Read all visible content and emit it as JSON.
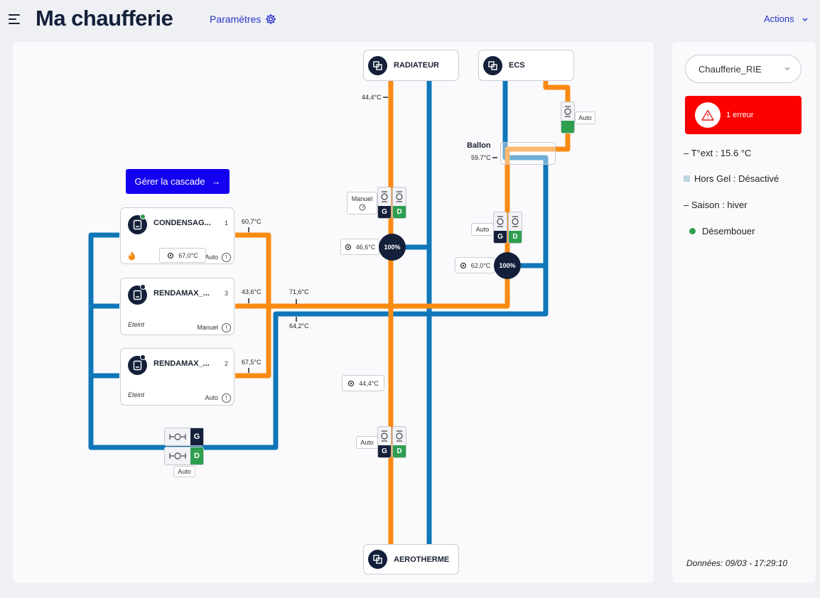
{
  "header": {
    "title": "Ma chaufferie",
    "params_label": "Paramètres",
    "actions_label": "Actions"
  },
  "cascade_button": {
    "label": "Gérer la cascade",
    "arrow": "→"
  },
  "circuits": {
    "radiateur": "RADIATEUR",
    "ecs": "ECS",
    "aerotherme": "AEROTHERME"
  },
  "boilers": [
    {
      "name": "CONDENSAG...",
      "number": "1",
      "state": "",
      "mode": "Auto",
      "setpoint": "67,0°C",
      "temp_out": "60,7°C",
      "status_color": "#2e9e4f",
      "flame": "flame-icon"
    },
    {
      "name": "RENDAMAX_...",
      "number": "3",
      "state": "Eteint",
      "mode": "Manuel",
      "temp_out": "43,6°C",
      "status_color": "#14203a"
    },
    {
      "name": "RENDAMAX_...",
      "number": "2",
      "state": "Eteint",
      "mode": "Auto",
      "temp_out": "67,5°C",
      "status_color": "#14203a"
    }
  ],
  "exclaim": "!",
  "readings": {
    "radiateur_return": "44,4°C",
    "ballon_label": "Ballon",
    "ballon_temp": "59.7°C",
    "ecs_pump_mode": "Auto",
    "radiateur_pump_mode": "Manuel",
    "radiateur_setpoint": "46,6°C",
    "radiateur_mixer": "100%",
    "ecs2_pump_mode": "Auto",
    "ecs_setpoint": "62,0°C",
    "ecs_mixer": "100%",
    "header_supply": "71,6°C",
    "header_return": "64,2°C",
    "aero_setpoint": "44,4°C",
    "aero_pump_mode": "Auto",
    "valve_mode": "Auto"
  },
  "pump_tags": {
    "g": "G",
    "d": "D"
  },
  "sidebar": {
    "select_value": "Chaufferie_RIE",
    "error_label": "1 erreur",
    "text_ext": "– T°ext : 15.6 °C",
    "hors_gel": "Hors Gel : Désactivé",
    "saison": "– Saison : hiver",
    "desemboueur": "Désembouer",
    "data_time": "Données: 09/03 - 17:29:10"
  },
  "colors": {
    "hot": "#f98a12",
    "cold": "#0f77b8",
    "dark": "#14203a",
    "green": "#2e9e4f",
    "accent": "#1400f0",
    "error": "#fc0000"
  }
}
